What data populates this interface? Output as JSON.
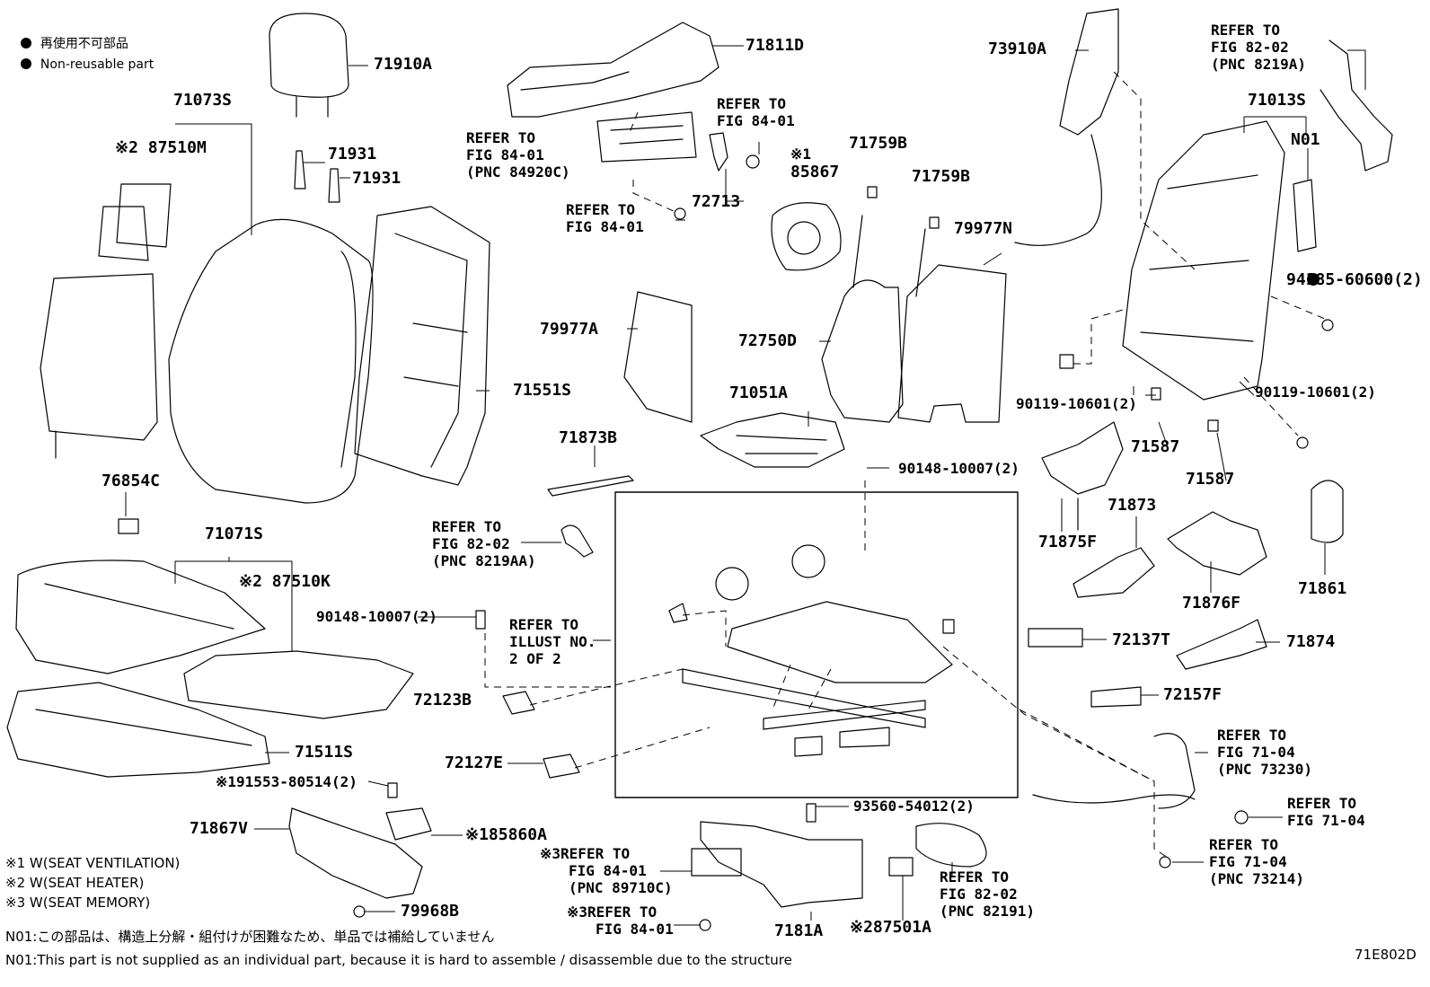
{
  "legend": {
    "jp": "再使用不可部品",
    "en": "Non-reusable part"
  },
  "labels": {
    "p71910A": "71910A",
    "p71073S": "71073S",
    "p87510M": "※2 87510M",
    "p71931a": "71931",
    "p71931b": "71931",
    "p71811D": "71811D",
    "p72713": "72713",
    "p85867": "85867",
    "p85867mark": "※1",
    "p71759Ba": "71759B",
    "p71759Bb": "71759B",
    "p73910A": "73910A",
    "p71013S": "71013S",
    "pN01": "N01",
    "p94185": "94185-60600(2)",
    "p79977N": "79977N",
    "p79977A": "79977A",
    "p72750D": "72750D",
    "p71551S": "71551S",
    "p90119a": "90119-10601(2)",
    "p90119b": "90119-10601(2)",
    "p71587a": "71587",
    "p71587b": "71587",
    "p71051A": "71051A",
    "p71873B": "71873B",
    "p76854C": "76854C",
    "p90148a": "90148-10007(2)",
    "p71875F": "71875F",
    "p71873": "71873",
    "p71861": "71861",
    "p71071S": "71071S",
    "p87510K": "※2 87510K",
    "p71876F": "71876F",
    "p90148b": "90148-10007(2)",
    "p72137T": "72137T",
    "p71874": "71874",
    "p72123B": "72123B",
    "p72157F": "72157F",
    "p71511S": "71511S",
    "p72127E": "72127E",
    "p91553": "※191553-80514(2)",
    "p93560": "93560-54012(2)",
    "p71867V": "71867V",
    "p85860A": "※185860A",
    "p7181A": "7181A",
    "p87501A": "※287501A",
    "p79968B": "79968B"
  },
  "refs": {
    "r1": [
      "REFER TO",
      "FIG 84-01",
      "(PNC 84920C)"
    ],
    "r2": [
      "REFER TO",
      "FIG 84-01"
    ],
    "r3": [
      "REFER TO",
      "FIG 84-01"
    ],
    "r4": [
      "REFER TO",
      "FIG 82-02",
      "(PNC 8219A)"
    ],
    "r5": [
      "REFER TO",
      "FIG 82-02",
      "(PNC 8219AA)"
    ],
    "r6": [
      "REFER TO",
      "ILLUST NO.",
      "2 OF 2"
    ],
    "r7": [
      "REFER TO",
      "FIG 71-04",
      "(PNC 73230)"
    ],
    "r8": [
      "REFER TO",
      "FIG 71-04"
    ],
    "r9": [
      "REFER TO",
      "FIG 71-04",
      "(PNC 73214)"
    ],
    "r10": [
      "※3REFER TO",
      "FIG 84-01",
      "(PNC 89710C)"
    ],
    "r11": [
      "※3REFER TO",
      "FIG 84-01"
    ],
    "r12": [
      "REFER TO",
      "FIG 82-02",
      "(PNC 82191)"
    ]
  },
  "footnotes": {
    "f1": "※1 W(SEAT VENTILATION)",
    "f2": "※2 W(SEAT HEATER)",
    "f3": "※3 W(SEAT MEMORY)"
  },
  "notes": {
    "jp": "N01:この部品は、構造上分解・組付けが困難なため、単品では補給していません",
    "en": "N01:This part is not supplied as an individual part, because it is hard to assemble / disassemble due to the structure"
  },
  "code": "71E802D"
}
